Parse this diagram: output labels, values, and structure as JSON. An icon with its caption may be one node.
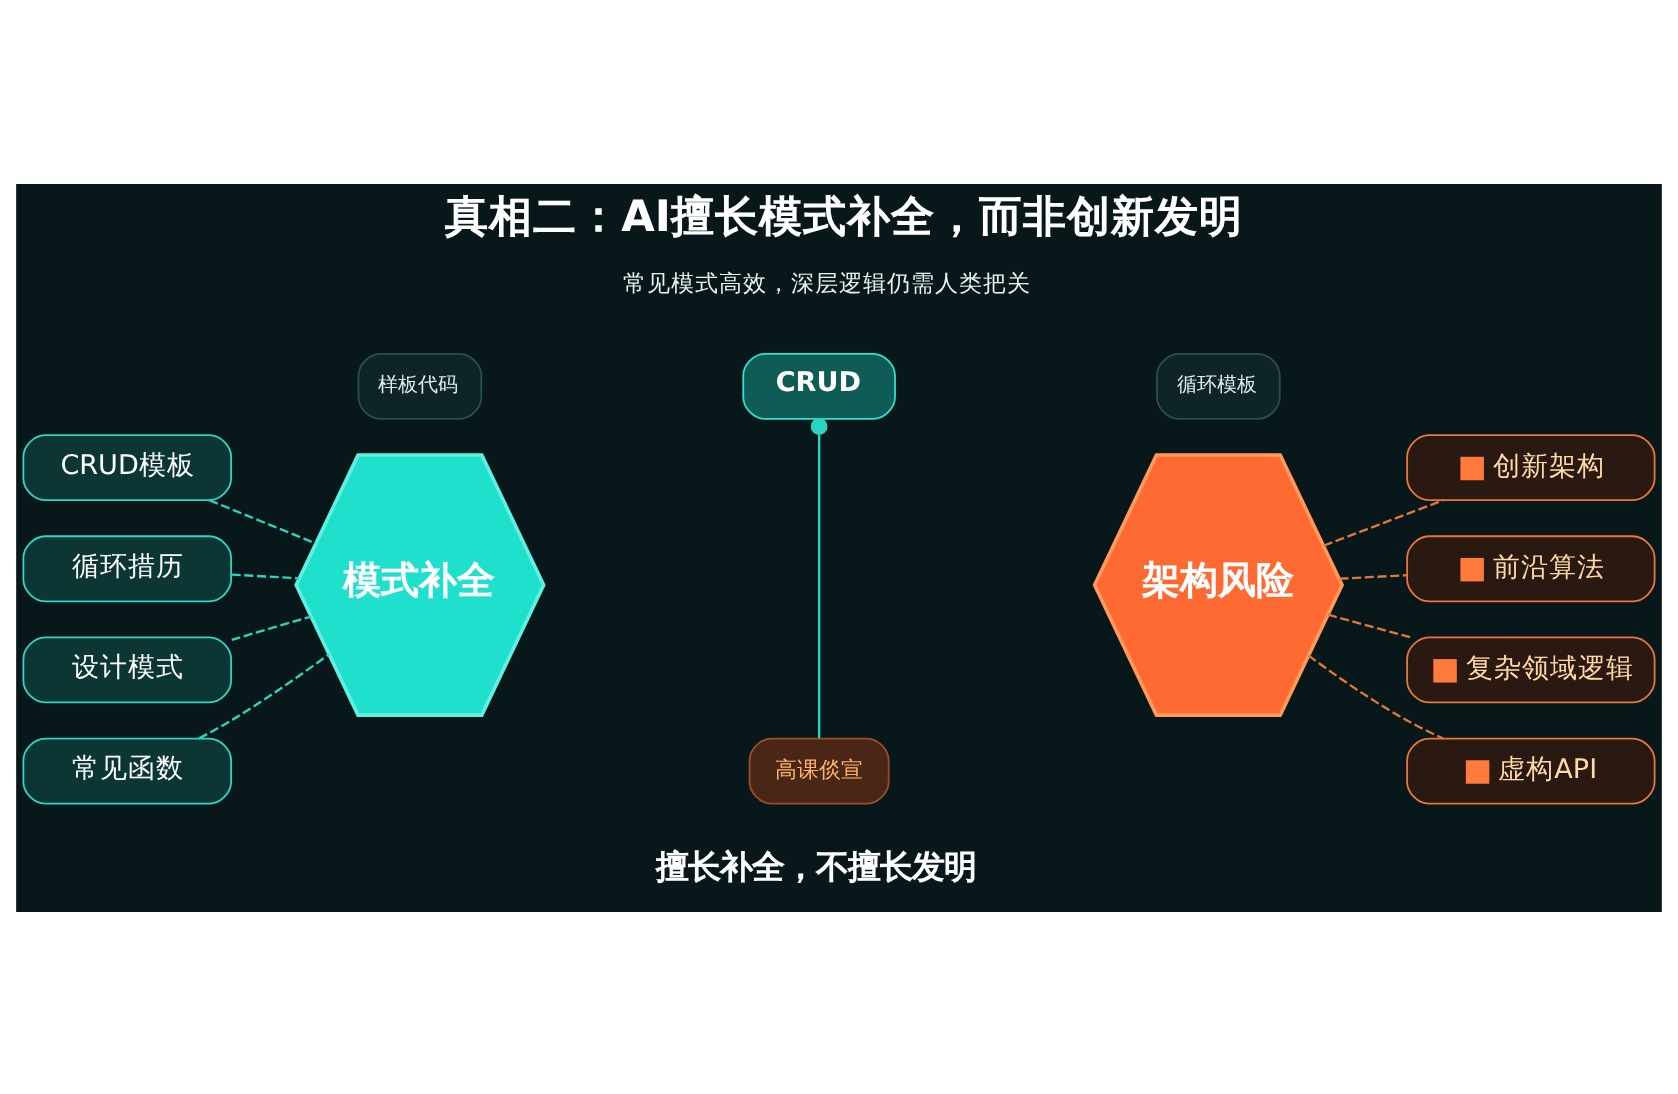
{
  "diagram": {
    "title": "真相二：AI擅长模式补全，而非创新发明",
    "caption": "擅长补全，不擅长发明",
    "nodes": [
      {
        "text": [
          "样板代码"
        ]
      },
      {
        "text": [
          "CRUD"
        ]
      },
      {
        "text": [
          "循环模板"
        ]
      },
      {
        "text": [
          "CRUD模板"
        ]
      },
      {
        "text": [
          "循环措历"
        ]
      },
      {
        "text": [
          "设计模式"
        ]
      },
      {
        "text": [
          "常见函数"
        ]
      },
      {
        "text": [
          "模式补全"
        ]
      },
      {
        "text": [
          "架构风险"
        ]
      },
      {
        "text": [
          "创新架构"
        ]
      },
      {
        "text": [
          "前沿算法"
        ]
      },
      {
        "text": [
          "复杂领域逻辑"
        ]
      },
      {
        "text": [
          "虚构API"
        ]
      },
      {
        "text": [
          "高课倓宣"
        ]
      }
    ],
    "edges": [
      {
        "from": 3,
        "to": 7,
        "arrow": "none",
        "style": "dashed"
      },
      {
        "from": 4,
        "to": 7,
        "arrow": "none",
        "style": "dashed"
      },
      {
        "from": 5,
        "to": 7,
        "arrow": "none",
        "style": "dashed"
      },
      {
        "from": 6,
        "to": 7,
        "arrow": "none",
        "style": "dashed"
      },
      {
        "from": 8,
        "to": 9,
        "arrow": "none",
        "style": "dashed",
        "color": "#e0783a"
      },
      {
        "from": 8,
        "to": 10,
        "arrow": "none",
        "style": "dashed",
        "color": "#e0783a"
      },
      {
        "from": 8,
        "to": 11,
        "arrow": "none",
        "style": "dashed",
        "color": "#e0783a"
      },
      {
        "from": 8,
        "to": 12,
        "arrow": "none",
        "style": "dashed",
        "color": "#e0783a"
      },
      {
        "from": 1,
        "to": 13,
        "arrow": "other"
      }
    ],
    "labels": [
      "常见模式高效，深层逻辑仍需人类把关"
    ]
  }
}
